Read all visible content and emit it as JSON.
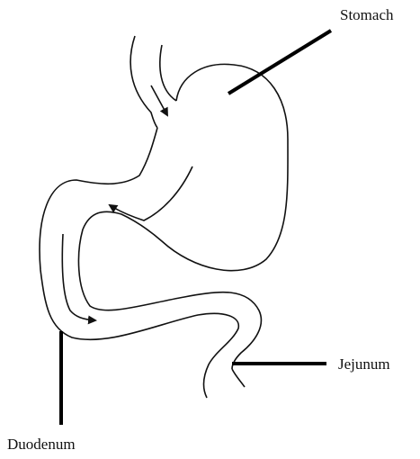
{
  "labels": {
    "stomach": "Stomach",
    "jejunum": "Jejunum",
    "duodenum": "Duodenum"
  },
  "colors": {
    "outline": "#111111",
    "background": "#ffffff"
  }
}
